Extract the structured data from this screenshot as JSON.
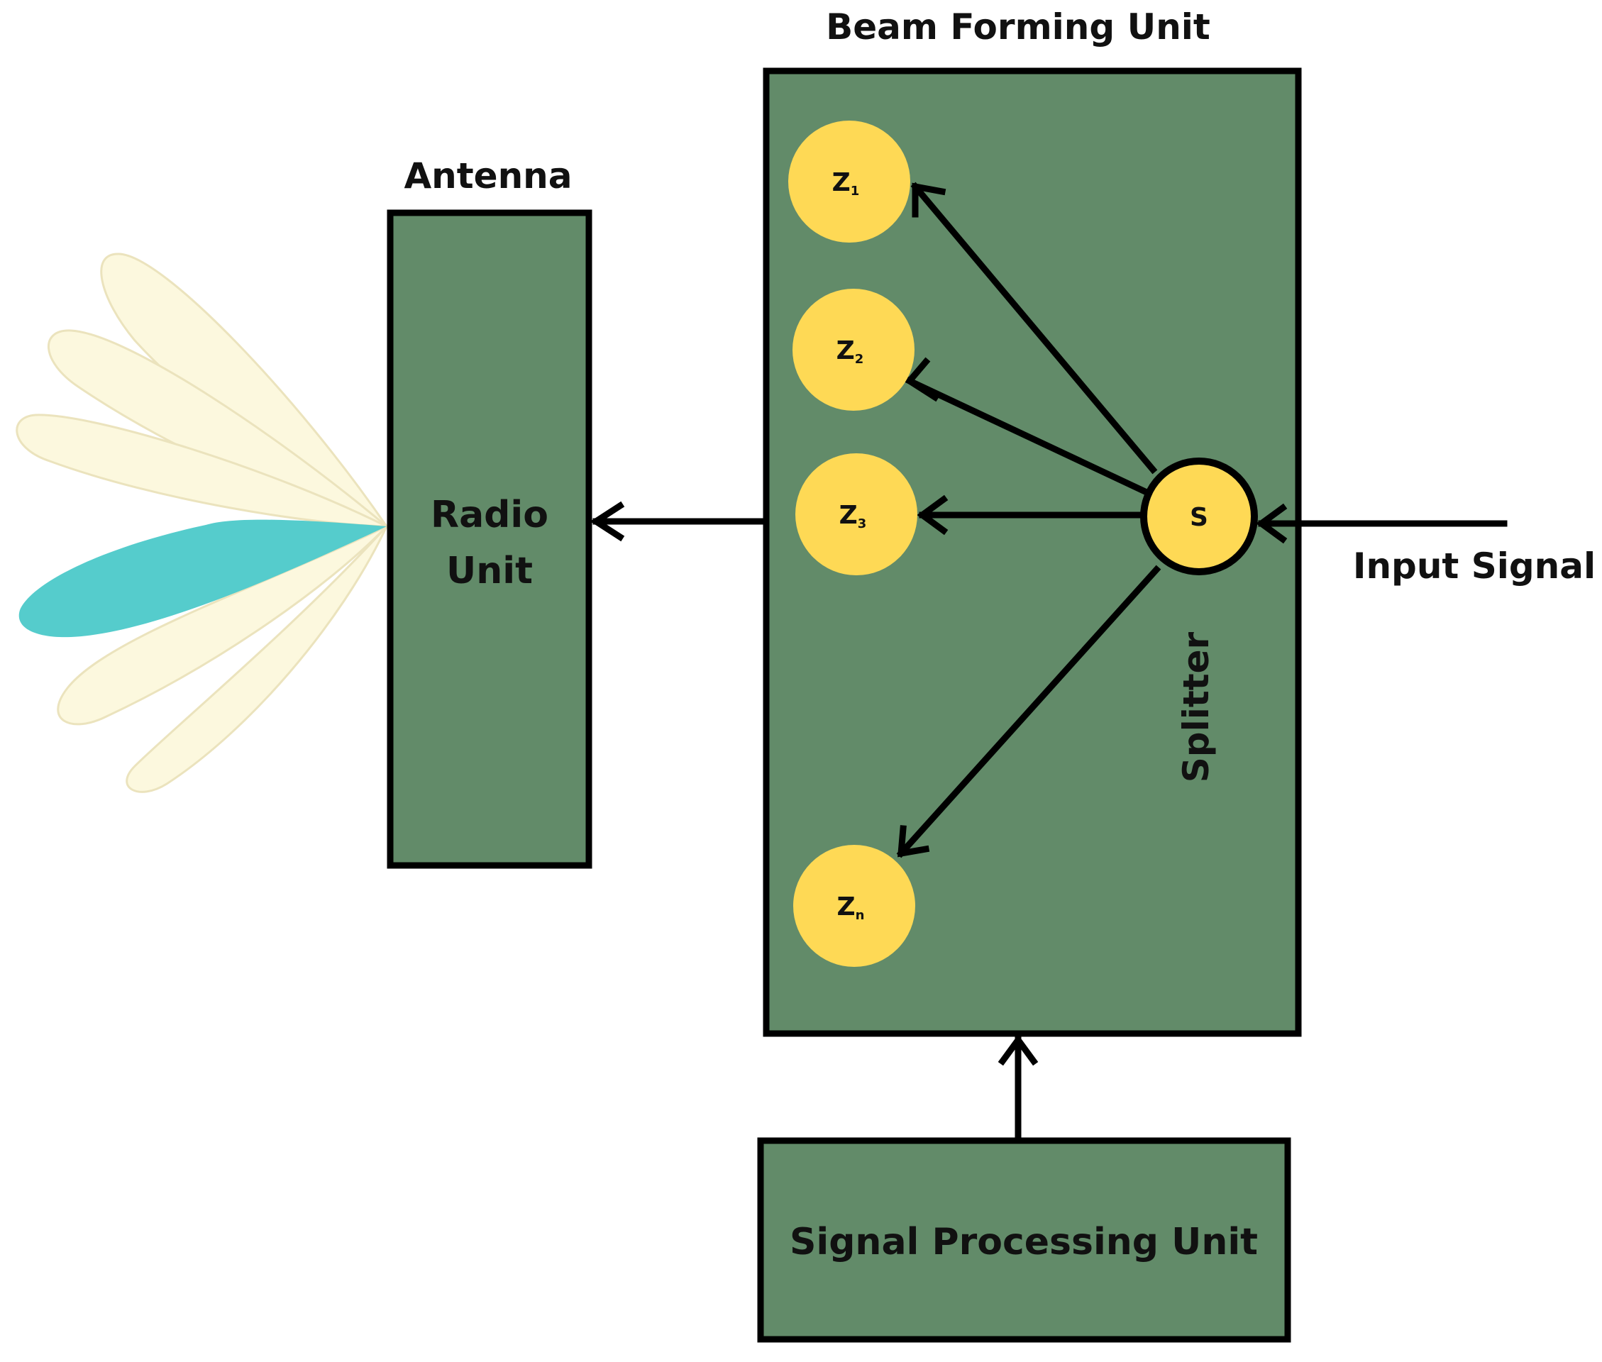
{
  "colors": {
    "box_fill": "#628b69",
    "node_fill": "#fed955",
    "lobe_fill": "#fcf8de",
    "lobe_stroke": "#ebe3bd",
    "main_lobe_fill": "#55cccc",
    "line": "#000000"
  },
  "labels": {
    "beam_forming_unit": "Beam Forming Unit",
    "antenna": "Antenna",
    "radio_unit_line1": "Radio",
    "radio_unit_line2": "Unit",
    "input_signal": "Input Signal",
    "splitter": "Splitter",
    "signal_processing_unit": "Signal Processing Unit"
  },
  "nodes": {
    "z1": {
      "letter": "Z",
      "sub": "1"
    },
    "z2": {
      "letter": "Z",
      "sub": "2"
    },
    "z3": {
      "letter": "Z",
      "sub": "3"
    },
    "zn": {
      "letter": "Z",
      "sub": "n"
    },
    "s": {
      "letter": "S"
    }
  }
}
